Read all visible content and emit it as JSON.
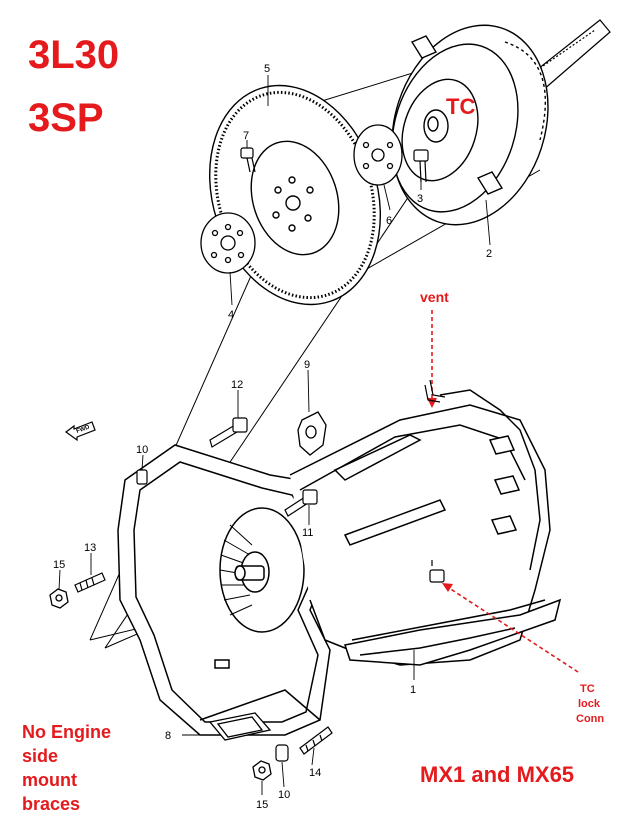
{
  "diagram": {
    "title_line1": "3L30",
    "title_line2": "3SP",
    "tc_label": "TC",
    "vent_label": "vent",
    "tc_lock_conn_lines": [
      "TC",
      "lock",
      "Conn"
    ],
    "no_engine_lines": [
      "No Engine",
      "side",
      "mount",
      "braces"
    ],
    "models_label": "MX1 and MX65",
    "fwd_label": "FWD",
    "callouts": [
      {
        "id": "c1",
        "label": "1"
      },
      {
        "id": "c2",
        "label": "2"
      },
      {
        "id": "c3",
        "label": "3"
      },
      {
        "id": "c4",
        "label": "4"
      },
      {
        "id": "c5",
        "label": "5"
      },
      {
        "id": "c6",
        "label": "6"
      },
      {
        "id": "c7",
        "label": "7"
      },
      {
        "id": "c8",
        "label": "8"
      },
      {
        "id": "c9",
        "label": "9"
      },
      {
        "id": "c10a",
        "label": "10"
      },
      {
        "id": "c10b",
        "label": "10"
      },
      {
        "id": "c11",
        "label": "11"
      },
      {
        "id": "c12",
        "label": "12"
      },
      {
        "id": "c13",
        "label": "13"
      },
      {
        "id": "c14",
        "label": "14"
      },
      {
        "id": "c15a",
        "label": "15"
      },
      {
        "id": "c15b",
        "label": "15"
      }
    ],
    "colors": {
      "line": "#000000",
      "annotation_red": "#e41a1c",
      "background": "#ffffff"
    }
  }
}
